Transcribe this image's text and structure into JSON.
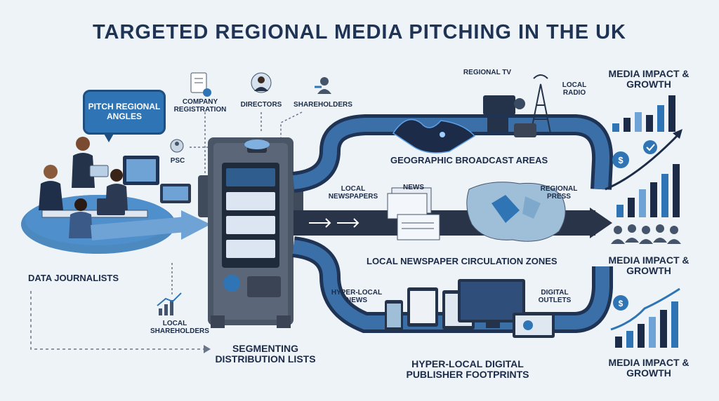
{
  "title": "TARGETED REGIONAL MEDIA PITCHING IN THE UK",
  "bubble": {
    "text": "PITCH REGIONAL ANGLES"
  },
  "left": {
    "data_journalists": "DATA JOURNALISTS",
    "local_shareholders": "LOCAL SHAREHOLDERS",
    "segmenting": "SEGMENTING DISTRIBUTION LISTS"
  },
  "top_sources": {
    "company_registration": "COMPANY REGISTRATION",
    "directors": "DIRECTORS",
    "shareholders": "SHAREHOLDERS",
    "psc": "PSC"
  },
  "streams": {
    "top": {
      "regional_tv": "REGIONAL TV",
      "local_radio": "LOCAL RADIO",
      "caption": "GEOGRAPHIC BROADCAST AREAS"
    },
    "middle": {
      "local_newspapers": "LOCAL NEWSPAPERS",
      "regional_press": "REGIONAL PRESS",
      "caption": "LOCAL NEWSPAPER CIRCULATION ZONES",
      "news_badge": "NEWS"
    },
    "bottom": {
      "hyper_local_news": "HYPER-LOCAL NEWS",
      "digital_outlets": "DIGITAL OUTLETS",
      "caption": "HYPER-LOCAL DIGITAL PUBLISHER FOOTPRINTS"
    }
  },
  "right": {
    "impact_1": "MEDIA IMPACT & GROWTH",
    "impact_2": "MEDIA IMPACT & GROWTH",
    "impact_3": "MEDIA IMPACT & GROWTH"
  },
  "colors": {
    "navy": "#1c2c48",
    "blue": "#2f75b5",
    "light_blue": "#6fa3d6",
    "slate": "#4a5566"
  }
}
